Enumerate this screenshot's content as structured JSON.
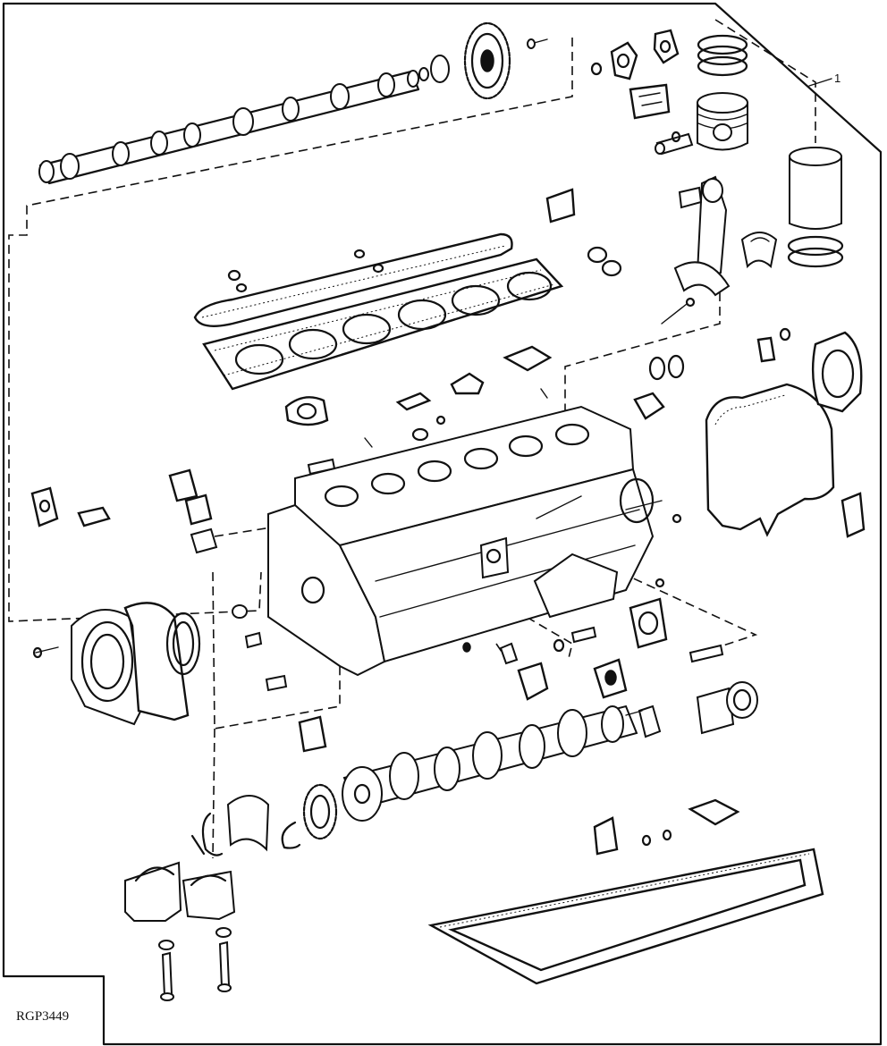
{
  "figure": {
    "callouts": [
      {
        "id": "callout-1",
        "label": "1"
      }
    ],
    "drawing_code": "RGP3449"
  }
}
